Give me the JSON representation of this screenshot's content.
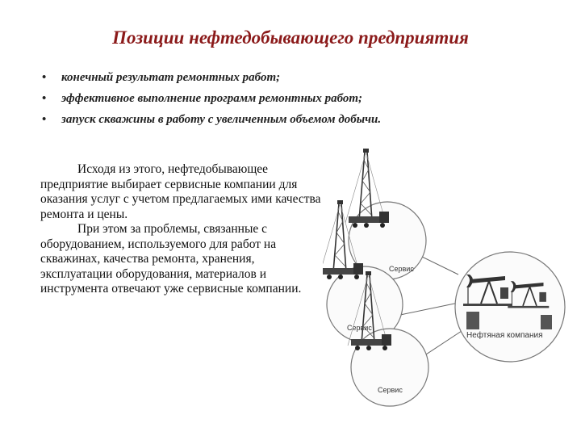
{
  "title": "Позиции нефтедобывающего предприятия",
  "bullets": [
    "конечный результат ремонтных работ;",
    "эффективное выполнение программ ремонтных работ;",
    "запуск скважины в работу с увеличенным объемом добычи."
  ],
  "paragraphs": [
    "Исходя из этого, нефтедобывающее предприятие выбирает сервисные компании для оказания услуг с учетом предлагаемых ими качества ремонта и цены.",
    "При этом за проблемы, связанные с оборудованием, используемого для работ на скважинах, качества ремонта, хранения, эксплуатации оборудования, материалов и инструмента отвечают уже сервисные компании."
  ],
  "diagram": {
    "service_label": "Сервис",
    "company_label": "Нефтяная компания",
    "icons": [
      "drilling-rig-icon",
      "pumpjack-icon"
    ]
  }
}
